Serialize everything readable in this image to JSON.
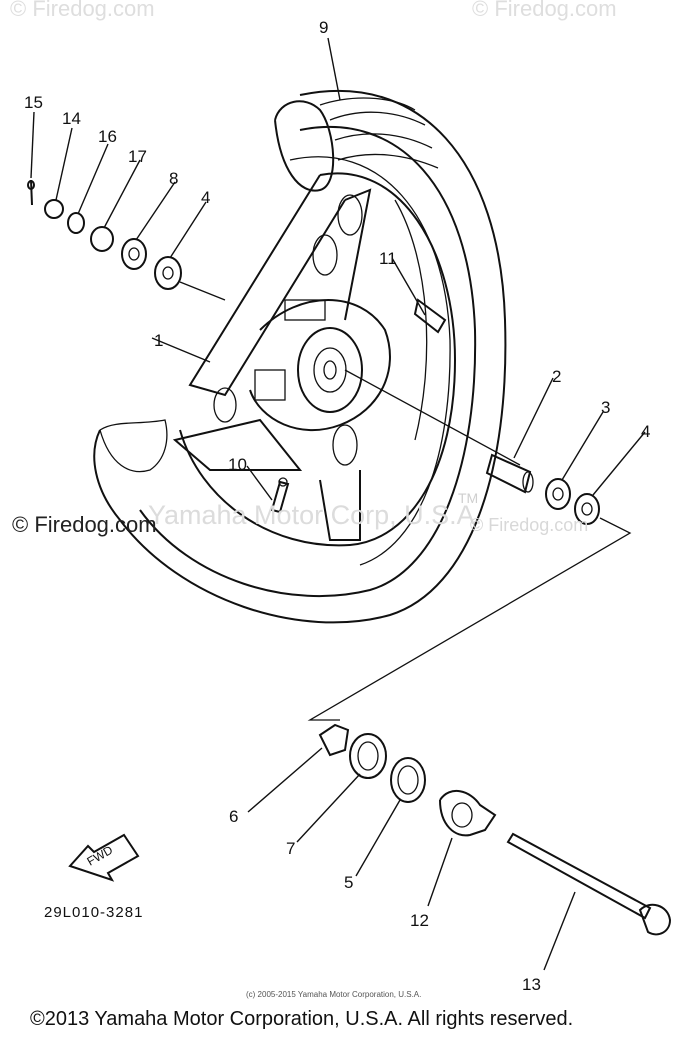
{
  "watermarks": {
    "top_left": "© Firedog.com",
    "top_right": "© Firedog.com",
    "left": "© Firedog.com",
    "middle": "Yamaha Motor Corp, U.S.A.",
    "trademark": "TM",
    "right": "© Firedog.com"
  },
  "part_labels": [
    "1",
    "2",
    "3",
    "4",
    "4",
    "5",
    "6",
    "7",
    "8",
    "9",
    "10",
    "11",
    "12",
    "13",
    "14",
    "15",
    "16",
    "17"
  ],
  "fwd_label": "FWD",
  "diagram_code": "29L010-3281",
  "copyright_small": "(c) 2005-2015 Yamaha Motor Corporation, U.S.A.",
  "copyright_main": "©2013 Yamaha Motor Corporation, U.S.A. All rights reserved."
}
